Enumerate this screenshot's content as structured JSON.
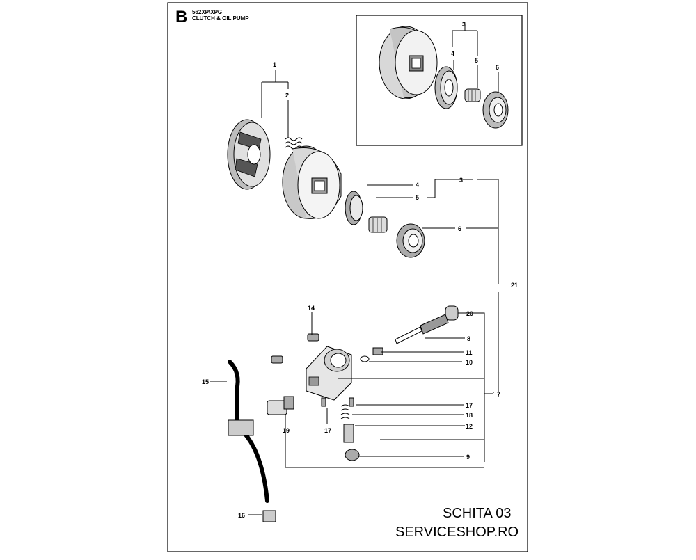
{
  "header": {
    "section_letter": "B",
    "model": "562XP/XPG",
    "title": "CLUTCH & OIL PUMP"
  },
  "callouts": {
    "c1": "1",
    "c2": "2",
    "inset3": "3",
    "inset4": "4",
    "inset5": "5",
    "inset6": "6",
    "c3": "3",
    "c4": "4",
    "c5": "5",
    "c6": "6",
    "c21": "21",
    "c14": "14",
    "c20": "20",
    "c8": "8",
    "c11": "11",
    "c10": "10",
    "c15": "15",
    "c7": "7",
    "c17a": "17",
    "c18": "18",
    "c12": "12",
    "c19": "19",
    "c17b": "17",
    "c9": "9",
    "c16": "16"
  },
  "footer": {
    "schema": "SCHITA 03",
    "site": "SERVICESHOP.RO"
  },
  "colors": {
    "ink": "#000000",
    "paper": "#ffffff",
    "shade": "#9a9a9a",
    "dark": "#3a3a3a"
  }
}
